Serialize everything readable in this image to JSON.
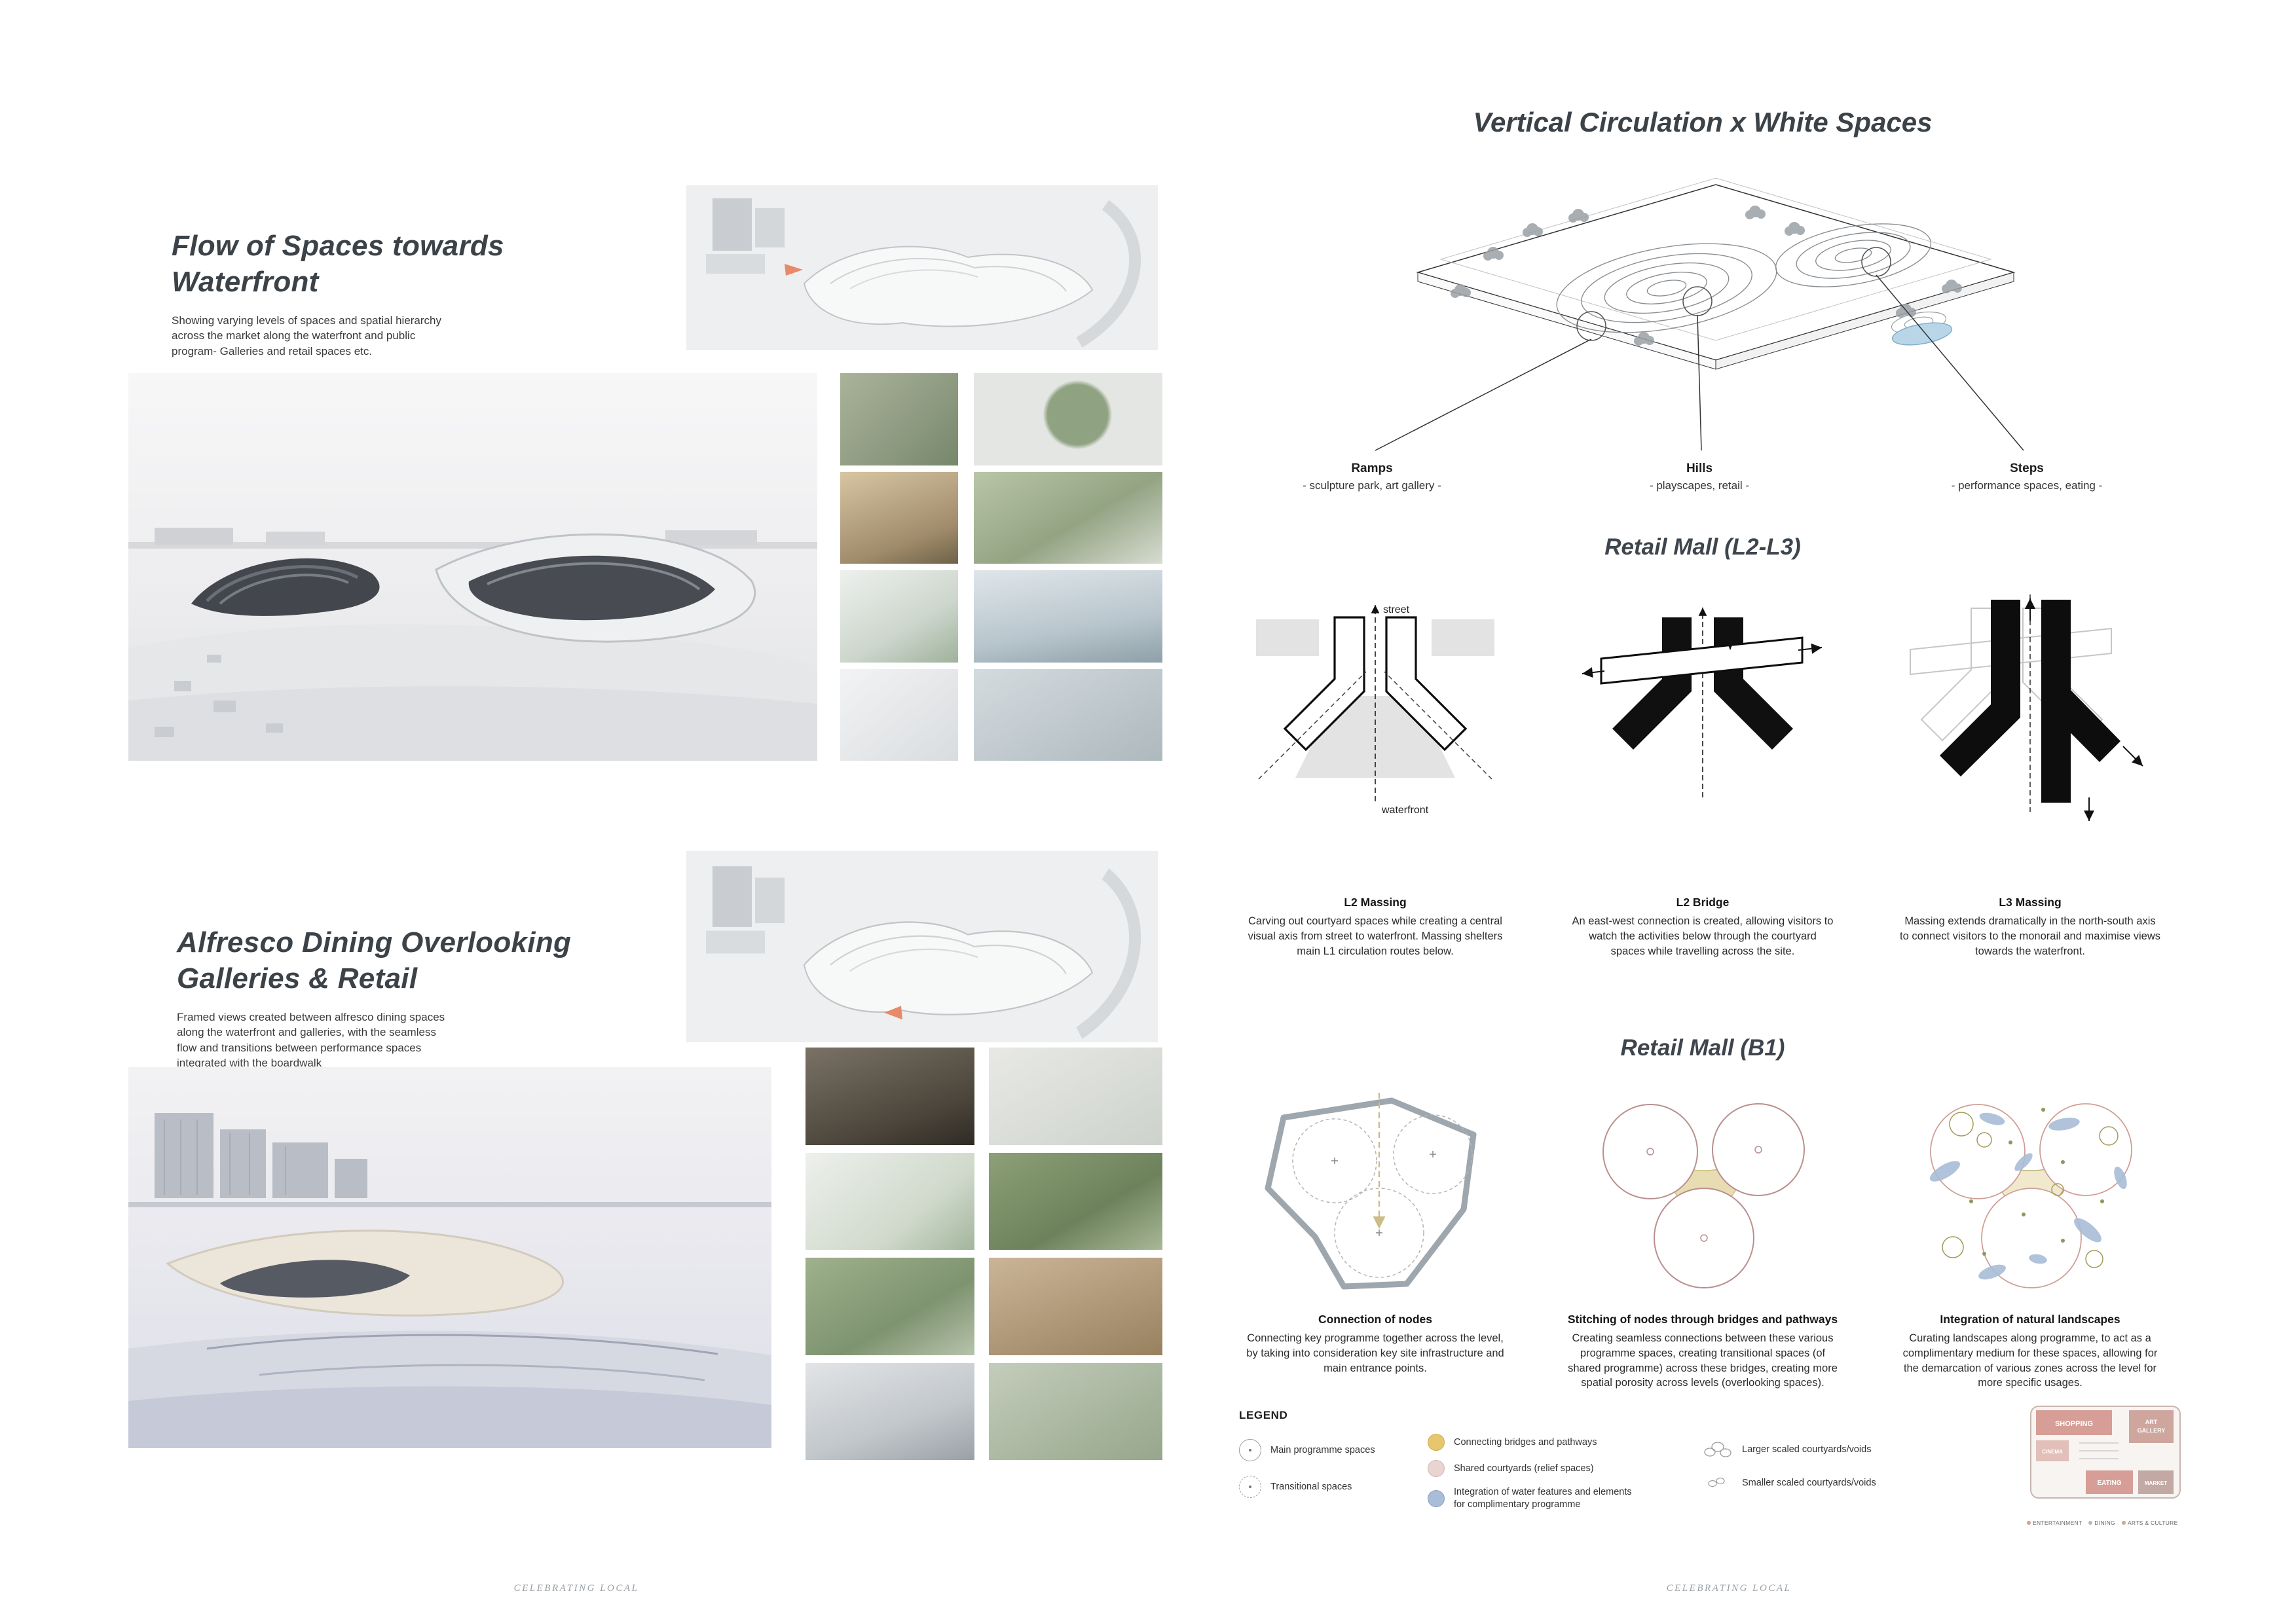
{
  "footer": {
    "left": "CELEBRATING LOCAL",
    "right": "CELEBRATING LOCAL"
  },
  "sections": {
    "flow": {
      "title": "Flow of Spaces towards Waterfront",
      "description": "Showing varying levels of spaces and spatial hierarchy across the market along the waterfront and public program- Galleries and retail spaces etc."
    },
    "alfresco": {
      "title": "Alfresco Dining Overlooking Galleries & Retail",
      "description": "Framed views created between alfresco dining spaces along the waterfront and galleries, with the seamless flow and transitions between performance spaces integrated with the boardwalk"
    }
  },
  "vertical_circulation": {
    "title": "Vertical Circulation x White Spaces",
    "labels": [
      {
        "name": "Ramps",
        "desc": "- sculpture park, art gallery -"
      },
      {
        "name": "Hills",
        "desc": "- playscapes, retail -"
      },
      {
        "name": "Steps",
        "desc": "- performance spaces, eating -"
      }
    ]
  },
  "retail_l2": {
    "title": "Retail Mall (L2-L3)",
    "street_label": "street",
    "waterfront_label": "waterfront",
    "items": [
      {
        "title": "L2 Massing",
        "desc": "Carving out courtyard spaces while creating a central visual axis from street to waterfront. Massing shelters main L1 circulation routes below."
      },
      {
        "title": "L2 Bridge",
        "desc": "An east-west connection is created, allowing visitors to watch the activities below through the courtyard spaces while travelling across the site."
      },
      {
        "title": "L3 Massing",
        "desc": "Massing extends dramatically in the north-south axis to connect visitors to the monorail and maximise views towards the waterfront."
      }
    ]
  },
  "retail_b1": {
    "title": "Retail Mall (B1)",
    "items": [
      {
        "title": "Connection of nodes",
        "desc": "Connecting key programme together across the level, by taking into consideration key site infrastructure and main entrance points."
      },
      {
        "title": "Stitching of nodes through bridges and pathways",
        "desc": "Creating seamless connections between these various programme spaces, creating transitional spaces (of shared programme) across these bridges, creating more spatial porosity across levels (overlooking spaces)."
      },
      {
        "title": "Integration of natural landscapes",
        "desc": "Curating landscapes along programme, to act as a complimentary medium for these spaces, allowing for the demarcation of various zones across the level for more specific usages."
      }
    ]
  },
  "legend": {
    "title": "LEGEND",
    "col1": [
      "Main programme spaces",
      "Transitional spaces"
    ],
    "col2": [
      "Connecting bridges and pathways",
      "Shared courtyards (relief spaces)",
      "Integration of water features and elements for complimentary programme"
    ],
    "col3": [
      "Larger scaled courtyards/voids",
      "Smaller scaled courtyards/voids"
    ],
    "colors": {
      "bridges": "#e6c76e",
      "courtyards": "#e8d4d1",
      "water": "#a9bdd6"
    }
  },
  "keyplan": {
    "shopping": "SHOPPING",
    "art_line1": "ART",
    "art_line2": "GALLERY",
    "cinema": "CINEMA",
    "eating": "EATING",
    "market": "MARKET",
    "caption": [
      "ENTERTAINMENT",
      "DINING",
      "ARTS & CULTURE"
    ]
  }
}
